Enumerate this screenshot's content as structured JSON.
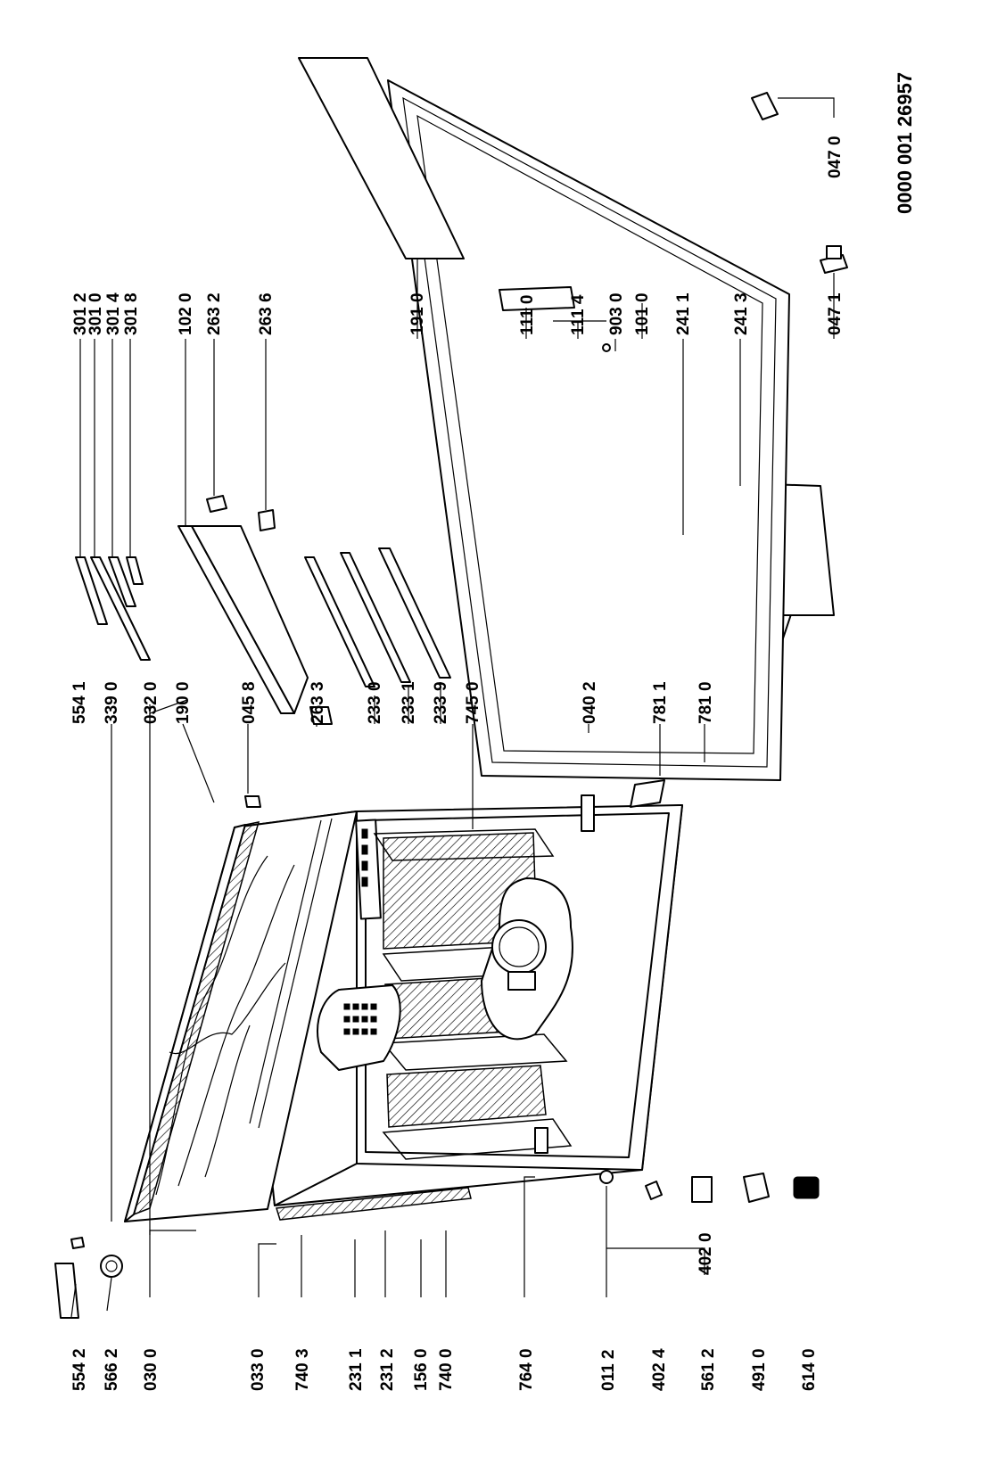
{
  "document_id": "0000 001 26957",
  "labels": {
    "l5542": "554 2",
    "l5662": "566 2",
    "l0300": "030 0",
    "l0330": "033 0",
    "l7403": "740 3",
    "l2311": "231 1",
    "l2312": "231 2",
    "l1560": "156 0",
    "l7400": "740 0",
    "l7640": "764 0",
    "l0112": "011 2",
    "l4024": "402 4",
    "l5612": "561 2",
    "l4910": "491 0",
    "l6140": "614 0",
    "l5541": "554 1",
    "l3390": "339 0",
    "l0320": "032 0",
    "l1900": "190 0",
    "l0458": "045 8",
    "l2633": "263 3",
    "l2330": "233 0",
    "l2331": "233 1",
    "l2339": "233 9",
    "l7450": "745 0",
    "l0402": "040 2",
    "l7811": "781 1",
    "l7810": "781 0",
    "l4020": "402 0",
    "l3012": "301 2",
    "l3010": "301 0",
    "l3014": "301 4",
    "l3018": "301 8",
    "l1020": "102 0",
    "l2632": "263 2",
    "l2636": "263 6",
    "l1910": "191 0",
    "l1110": "111 0",
    "l1114": "111 4",
    "l9030": "903 0",
    "l1010": "101 0",
    "l2411": "241 1",
    "l2413": "241 3",
    "l0471": "047 1",
    "l0470": "047 0"
  }
}
